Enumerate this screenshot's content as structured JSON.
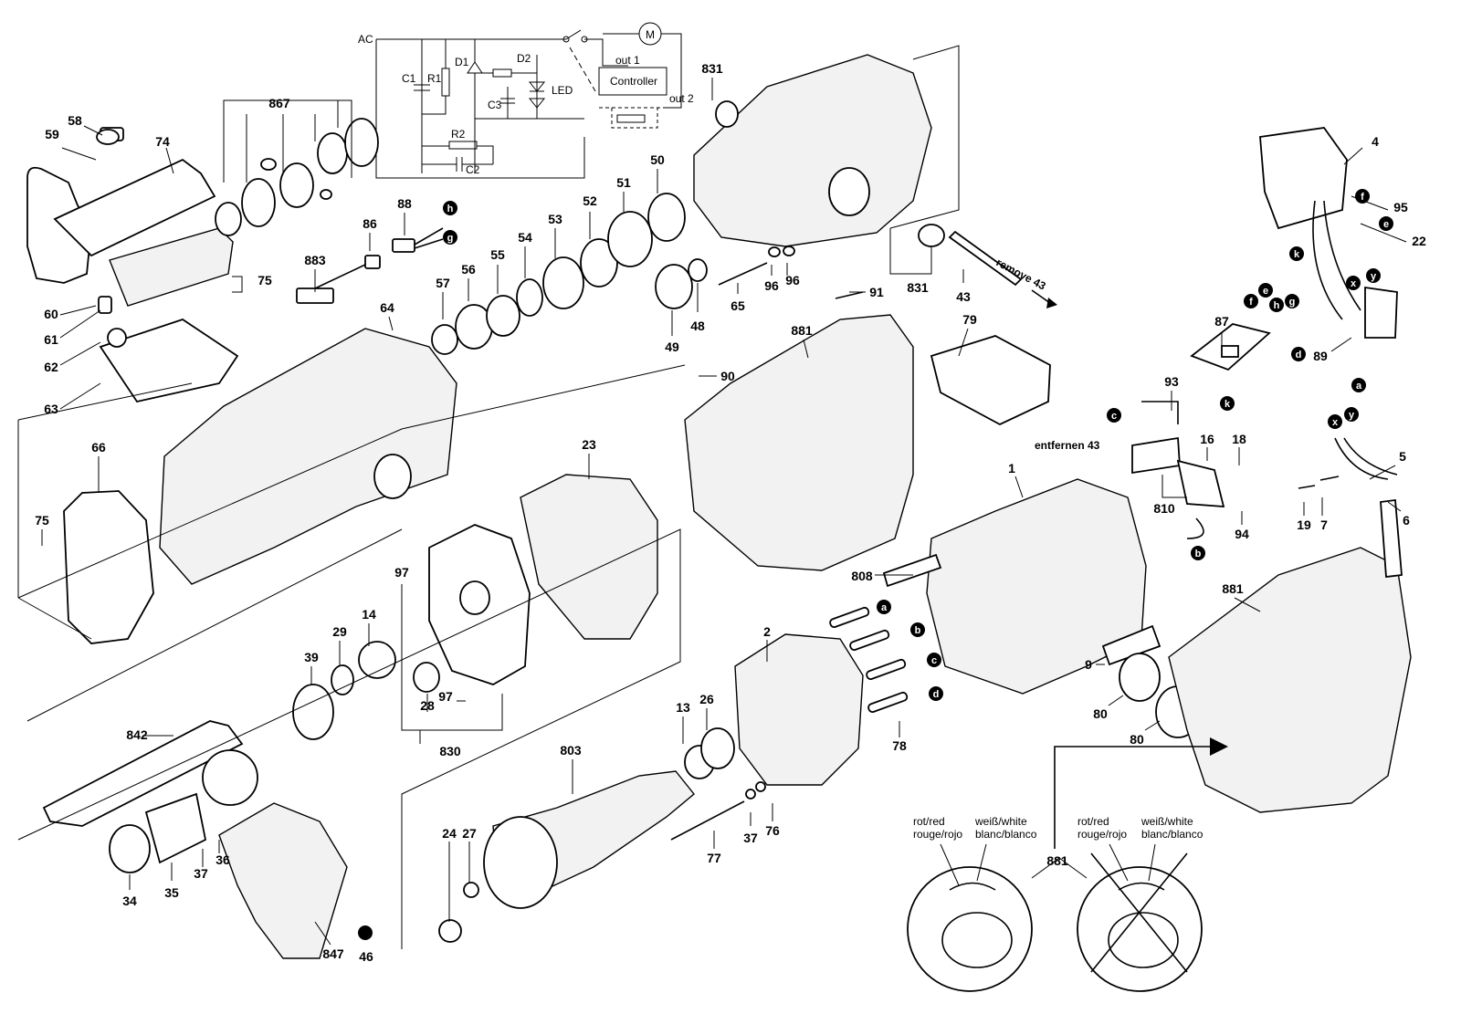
{
  "schematic": {
    "ac": "AC",
    "c1": "C1",
    "r1": "R1",
    "d1": "D1",
    "d2": "D2",
    "led": "LED",
    "c3": "C3",
    "r2": "R2",
    "c2": "C2",
    "motor": "M",
    "out1": "out 1",
    "out2": "out 2",
    "controller": "Controller"
  },
  "notes": {
    "remove": "remove 43",
    "entfernen": "entfernen 43",
    "left_red_1": "rot/red",
    "left_red_2": "rouge/rojo",
    "left_white_1": "weiß/white",
    "left_white_2": "blanc/blanco",
    "right_red_1": "rot/red",
    "right_red_2": "rouge/rojo",
    "right_white_1": "weiß/white",
    "right_white_2": "blanc/blanco"
  },
  "parts": [
    "58",
    "59",
    "74",
    "867",
    "60",
    "61",
    "62",
    "63",
    "75",
    "883",
    "86",
    "88",
    "57",
    "56",
    "55",
    "54",
    "53",
    "52",
    "51",
    "50",
    "831",
    "96",
    "96",
    "831",
    "43",
    "65",
    "48",
    "49",
    "91",
    "64",
    "66",
    "75",
    "881",
    "90",
    "79",
    "23",
    "97",
    "97",
    "39",
    "29",
    "14",
    "28",
    "830",
    "842",
    "34",
    "35",
    "37",
    "36",
    "847",
    "46",
    "803",
    "13",
    "26",
    "24",
    "27",
    "77",
    "37",
    "76",
    "2",
    "78",
    "808",
    "1",
    "9",
    "80",
    "80",
    "881",
    "4",
    "95",
    "22",
    "87",
    "89",
    "93",
    "16",
    "18",
    "810",
    "94",
    "5",
    "6",
    "19",
    "7",
    "881"
  ],
  "wire_letters": [
    "h",
    "g",
    "f",
    "e",
    "k",
    "x",
    "y",
    "f",
    "e",
    "h",
    "g",
    "k",
    "d",
    "a",
    "c",
    "b",
    "x",
    "y",
    "a",
    "b",
    "c",
    "d"
  ]
}
